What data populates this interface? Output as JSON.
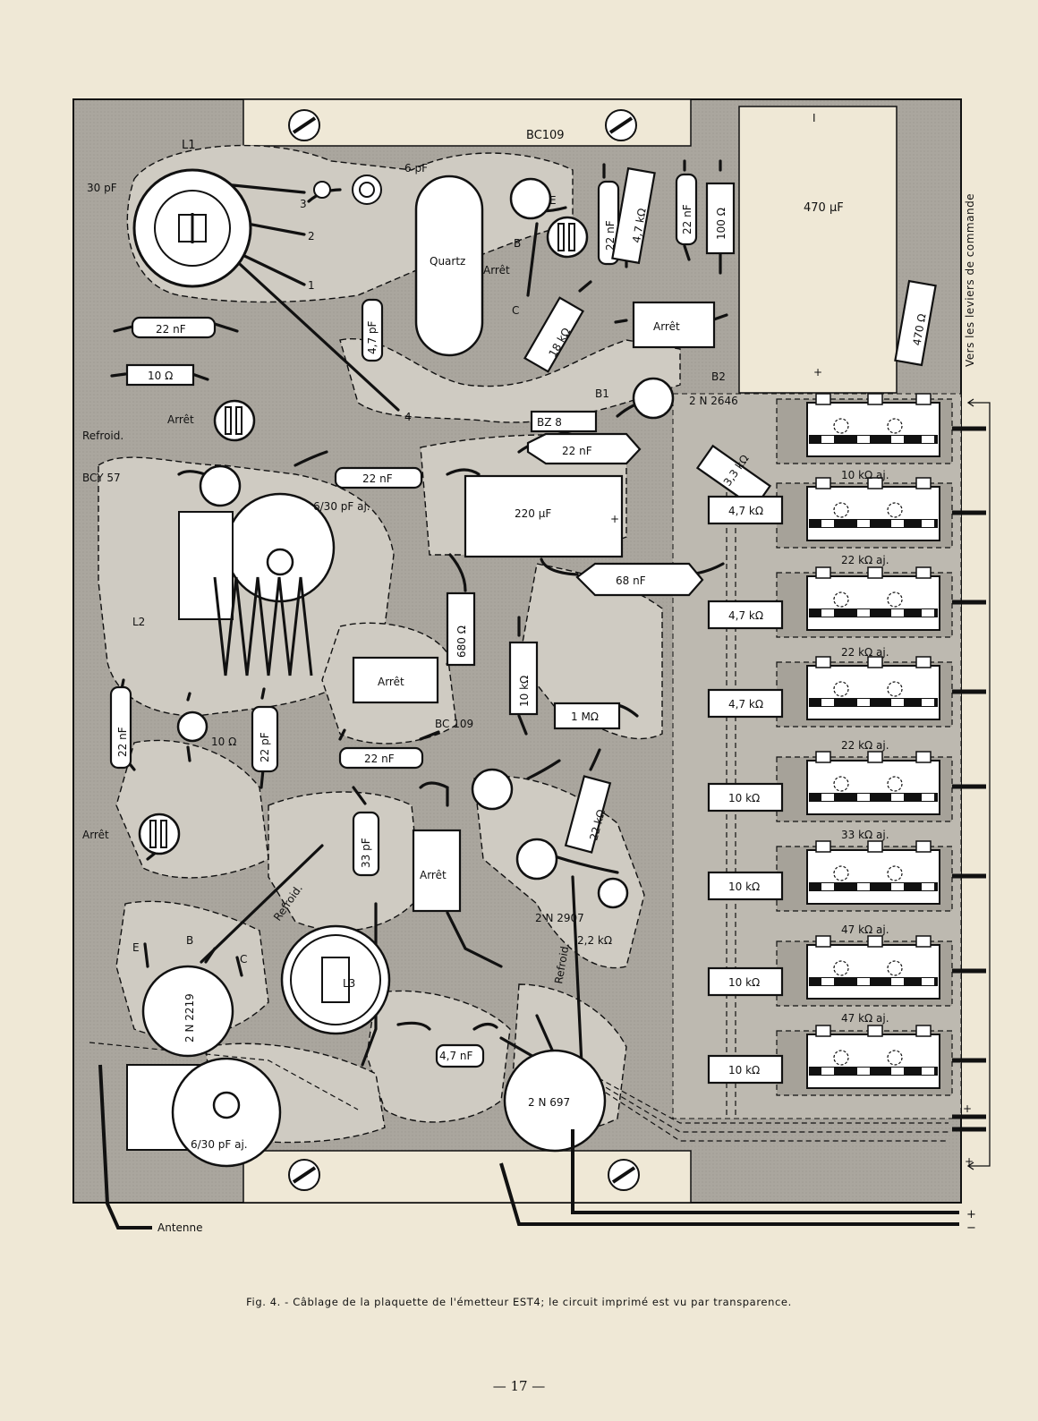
{
  "caption": "Fig. 4. - Câblage de la plaquette de l'émetteur EST4; le circuit imprimé est vu par transparence.",
  "page_number": "— 17 —",
  "side_label": "Vers les leviers de commande",
  "antenna_label": "Antenne",
  "polarity": {
    "plus": "+",
    "minus": "−"
  },
  "colors": {
    "paper": "#efe8d6",
    "board": "#aaa69e",
    "track": "#cfcbc2",
    "component": "#ffffff",
    "ink": "#111111"
  },
  "labels": {
    "L1": "L1",
    "L2": "L2",
    "L3": "L3",
    "c30pF": "30 pF",
    "c6pF": "6 pF",
    "bc109_top": "BC109",
    "bc109_mid": "BC 109",
    "quartz": "Quartz",
    "arret": "Arrêt",
    "c470uF": "470 µF",
    "r470": "470 Ω",
    "c22nF": "22 nF",
    "r47k": "4,7 kΩ",
    "r100": "100 Ω",
    "r18k": "18 kΩ",
    "r10": "10 Ω",
    "c47pF": "4,7 pF",
    "refroid": "Refroid.",
    "bcy57": "BCY 57",
    "bz8": "BZ 8",
    "t2n2646": "2 N 2646",
    "b1": "B1",
    "b2": "B2",
    "r33k": "3,3 kΩ",
    "c220uF": "220 µF",
    "c630": "6/30 pF aj.",
    "c68nF": "68 nF",
    "r680": "680 Ω",
    "r10k": "10 kΩ",
    "r1M": "1 MΩ",
    "r22k": "22 kΩ",
    "c22pF": "22 pF",
    "c33pF": "33 pF",
    "t2n2907": "2 N 2907",
    "r22k2": "2,2 kΩ",
    "t2n2219": "2 N 2219",
    "t2n697": "2 N 697",
    "c47nF": "4,7 nF",
    "pin1": "1",
    "pin2": "2",
    "pin3": "3",
    "pin4": "4",
    "E": "E",
    "B": "B",
    "C": "C",
    "I": "I"
  },
  "right_column": {
    "aj_labels": [
      "10 kΩ aj.",
      "22 kΩ aj.",
      "22 kΩ aj.",
      "22 kΩ aj.",
      "33 kΩ aj.",
      "47 kΩ aj.",
      "47 kΩ aj."
    ],
    "resistors": [
      "4,7 kΩ",
      "4,7 kΩ",
      "4,7 kΩ",
      "10 kΩ",
      "10 kΩ",
      "10 kΩ",
      "10 kΩ"
    ]
  }
}
